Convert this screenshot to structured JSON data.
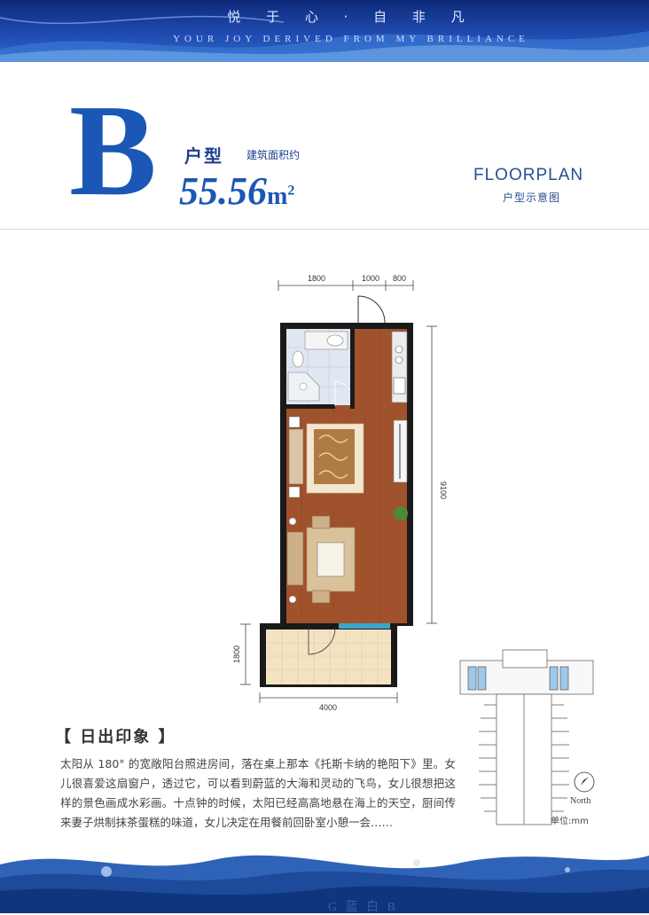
{
  "banner": {
    "slogan_cn": "悦 于 心 · 自 非 凡",
    "slogan_en": "YOUR JOY DERIVED FROM MY BRILLIANCE"
  },
  "header": {
    "unit_letter": "B",
    "unit_type": "户型",
    "area_label": "建筑面积约",
    "area_value": "55.56",
    "area_unit": "m",
    "area_unit_sup": "2",
    "floorplan_en": "FLOORPLAN",
    "floorplan_cn": "户型示意图"
  },
  "dimensions": {
    "top_1": "1800",
    "top_2": "1000",
    "top_3": "800",
    "right": "9100",
    "left_balcony": "1800",
    "bottom": "4000"
  },
  "intro": {
    "title": "【 日出印象 】",
    "body": "太阳从 180° 的宽敞阳台照进房间，落在桌上那本《托斯卡纳的艳阳下》里。女儿很喜爱这扇窗户，透过它，可以看到蔚蓝的大海和灵动的飞鸟，女儿很想把这样的景色画成水彩画。十点钟的时候，太阳已经高高地悬在海上的天空，厨间传来妻子烘制抹茶蛋糕的味道，女儿决定在用餐前回卧室小憩一会……"
  },
  "site": {
    "north_label": "North",
    "unit_note": "单位:mm"
  },
  "footer": {
    "text": "G 蓝 白 B"
  },
  "colors": {
    "brand_blue": "#1b57b5",
    "floor_wood": "#a0522d",
    "wall": "#1a1a1a",
    "balcony_tile": "#f3e3c3",
    "bathroom_tile": "#dfe8f2"
  }
}
